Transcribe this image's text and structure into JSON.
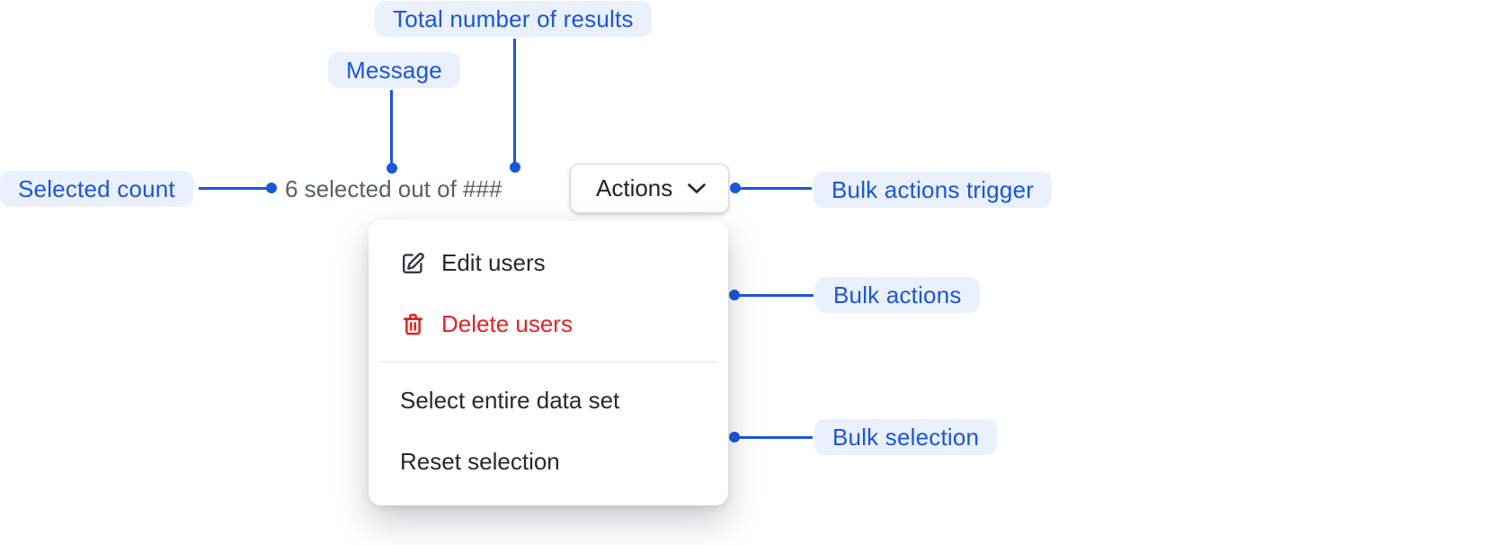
{
  "annotations": {
    "selected_count": "Selected count",
    "message": "Message",
    "total_results": "Total number of results",
    "bulk_actions_trigger": "Bulk actions trigger",
    "bulk_actions": "Bulk actions",
    "bulk_selection": "Bulk selection"
  },
  "toolbar": {
    "selection_message": "6 selected out of ###",
    "actions_button_label": "Actions"
  },
  "menu": {
    "items": [
      {
        "label": "Edit users",
        "icon": "edit-icon",
        "variant": "default"
      },
      {
        "label": "Delete users",
        "icon": "trash-icon",
        "variant": "danger"
      },
      {
        "label": "Select entire data set",
        "icon": "",
        "variant": "default"
      },
      {
        "label": "Reset selection",
        "icon": "",
        "variant": "default"
      }
    ]
  },
  "colors": {
    "accent_blue": "#1a56db",
    "callout_bg": "#eaf0fd",
    "danger_red": "#e02424",
    "muted_text": "#585f6b",
    "dark_text": "#242a33"
  }
}
